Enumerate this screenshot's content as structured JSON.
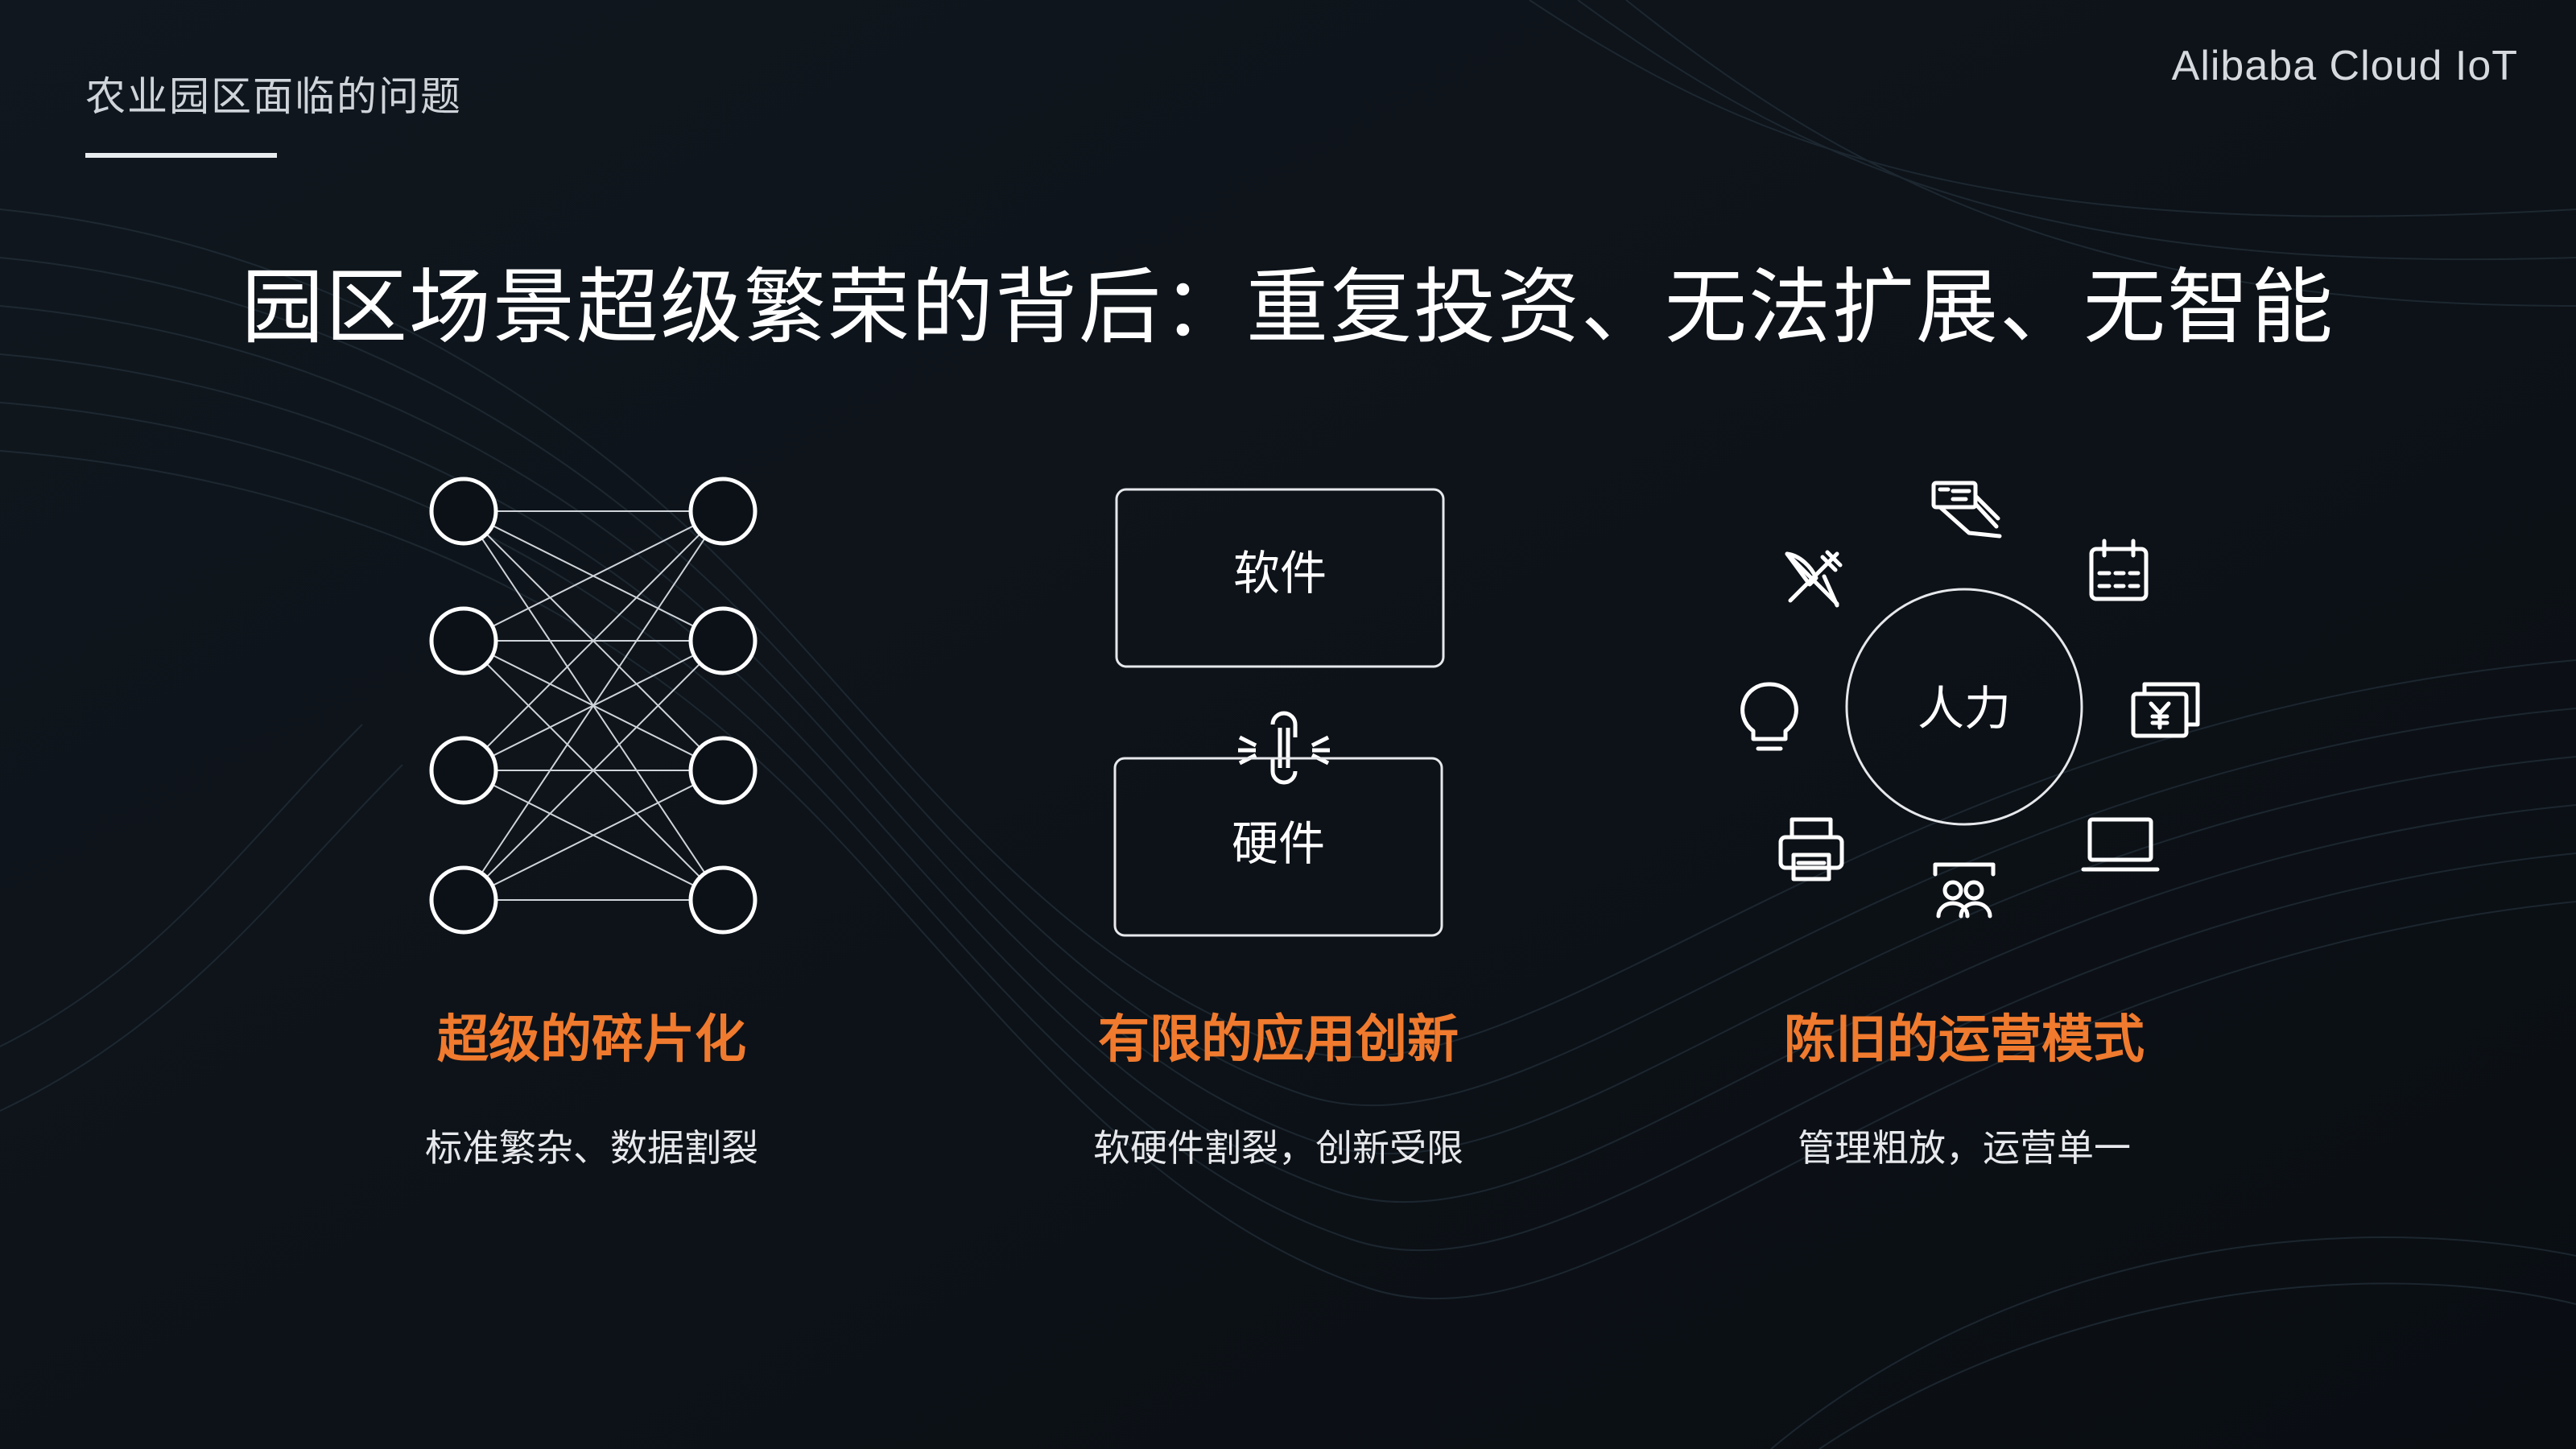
{
  "header": {
    "section_title": "农业园区面临的问题",
    "brand": "Alibaba Cloud IoT"
  },
  "headline": "园区场景超级繁荣的背后：重复投资、无法扩展、无智能",
  "colors": {
    "background": "#0c1117",
    "accent": "#f07a2e",
    "text": "#ffffff"
  },
  "columns": [
    {
      "title": "超级的碎片化",
      "subtitle": "标准繁杂、数据割裂",
      "graphic": "fully-connected-network"
    },
    {
      "title": "有限的应用创新",
      "subtitle": "软硬件割裂，创新受限",
      "graphic": "broken-link",
      "boxes": [
        "软件",
        "硬件"
      ]
    },
    {
      "title": "陈旧的运营模式",
      "subtitle": "管理粗放，运营单一",
      "graphic": "hub-icons",
      "center_label": "人力",
      "icons": [
        "id-cards-icon",
        "calendar-icon",
        "payment-icon",
        "laptop-icon",
        "meeting-icon",
        "printer-icon",
        "lightbulb-icon",
        "dining-icon"
      ]
    }
  ]
}
